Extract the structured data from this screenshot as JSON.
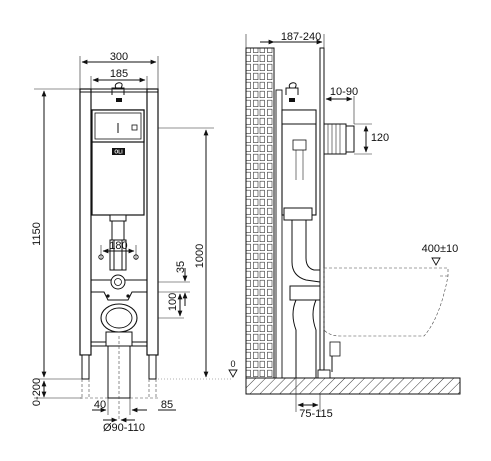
{
  "dimensions": {
    "frame_width": "300",
    "frame_inner_width": "185",
    "total_height": "1150",
    "height_1000": "1000",
    "spacing_180": "180",
    "offset_35": "35",
    "offset_100": "100",
    "floor_adjust": "0-200",
    "zero_level": "0",
    "left_40": "40",
    "right_85": "85",
    "drain_diameter": "Ø90-110",
    "depth_range": "187-240",
    "pipe_10_90": "10-90",
    "pipe_120": "120",
    "bowl_height": "400±10",
    "floor_offset": "75-115"
  },
  "cistern": {
    "logo": "OLI"
  },
  "icons": {
    "level_marker": "triangle-down-icon"
  }
}
